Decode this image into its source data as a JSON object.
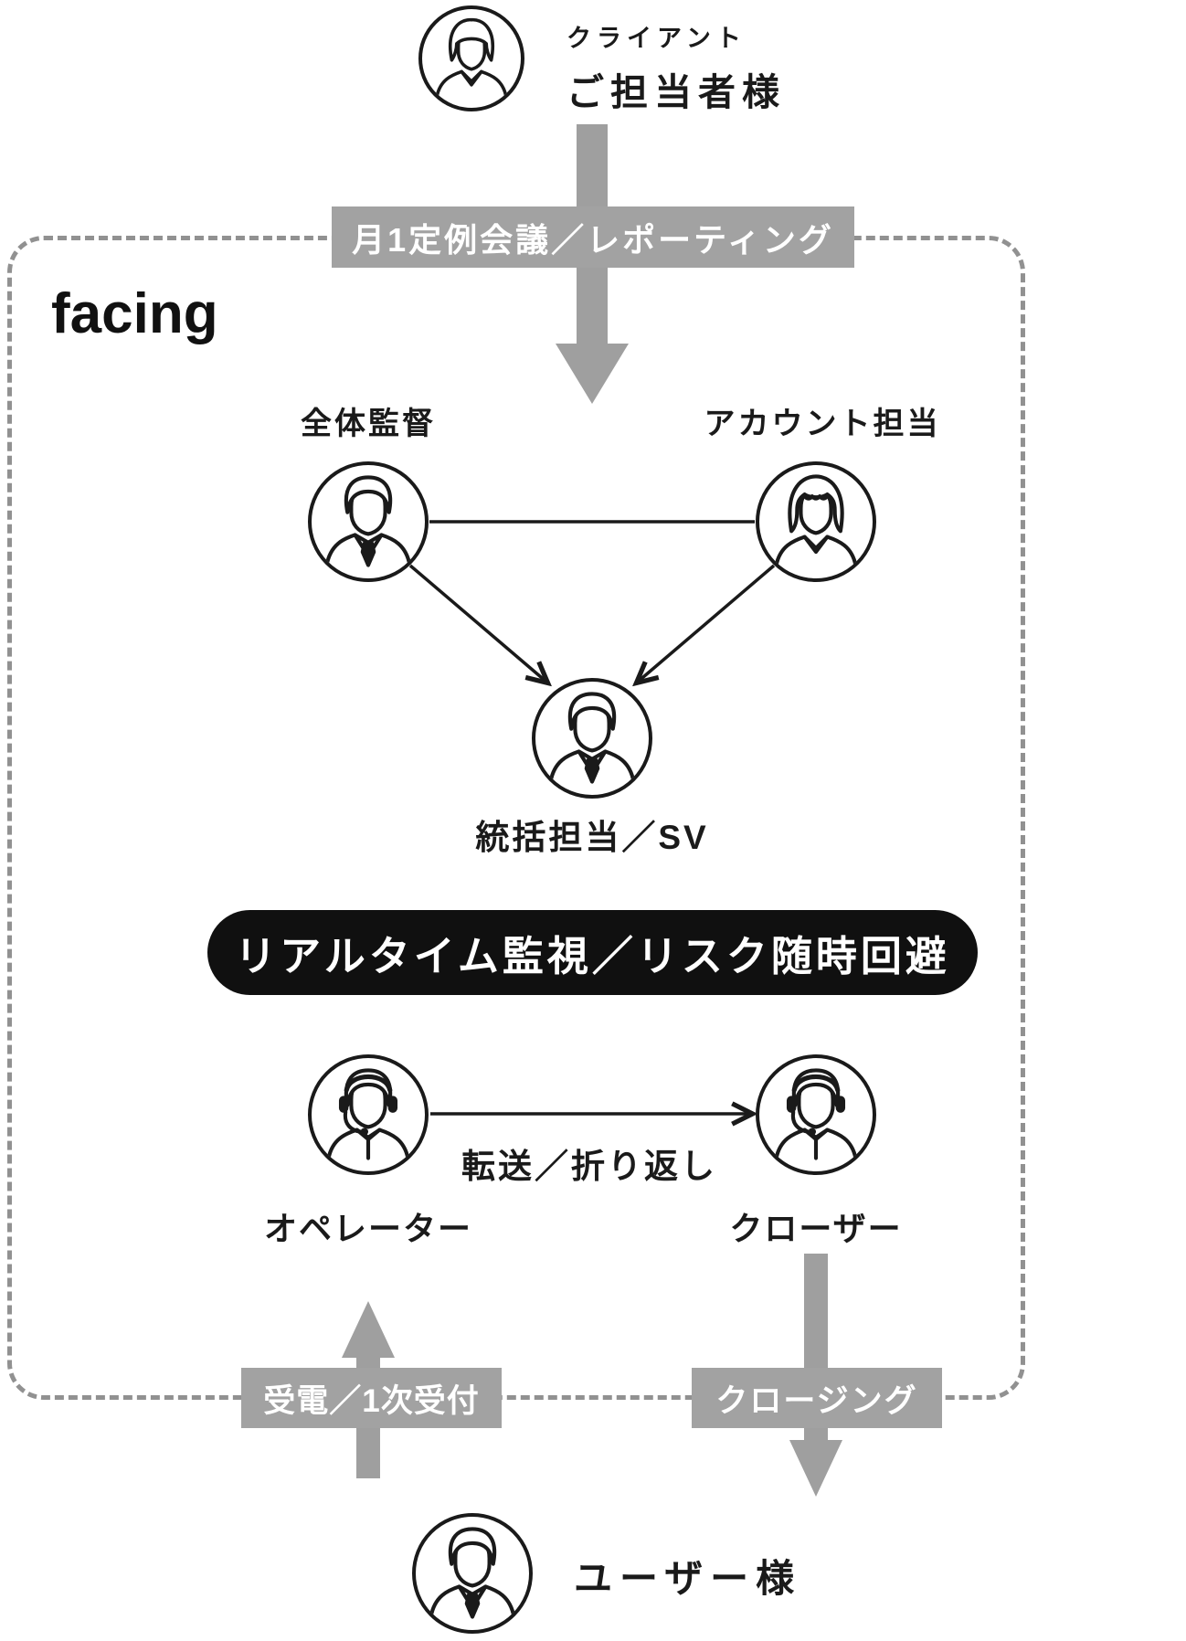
{
  "logo": "facing",
  "client": {
    "kicker": "クライアント",
    "name": "ご担当者様",
    "icon": "person-woman-business-icon"
  },
  "banners": {
    "reporting": "月1定例会議／レポーティング",
    "monitoring": "リアルタイム監視／リスク随時回避",
    "reception": "受電／1次受付",
    "closing": "クロージング"
  },
  "roles": {
    "supervisor": {
      "label": "全体監督",
      "icon": "person-man-suit-icon"
    },
    "account": {
      "label": "アカウント担当",
      "icon": "person-woman-bob-icon"
    },
    "sv": {
      "label": "統括担当／SV",
      "icon": "person-man-suit-icon"
    },
    "operator": {
      "label": "オペレーター",
      "icon": "person-headset-icon"
    },
    "closer": {
      "label": "クローザー",
      "icon": "person-headset-icon"
    }
  },
  "edges": {
    "transfer": "転送／折り返し"
  },
  "user": {
    "name": "ユーザー様",
    "icon": "person-man-suit-icon"
  },
  "colors": {
    "banner_gray": "#a2a2a2",
    "arrow_gray": "#9f9f9f",
    "dashed_border": "#919191",
    "pill_black": "#101010",
    "line_black": "#1a1a1a",
    "background": "#ffffff"
  }
}
